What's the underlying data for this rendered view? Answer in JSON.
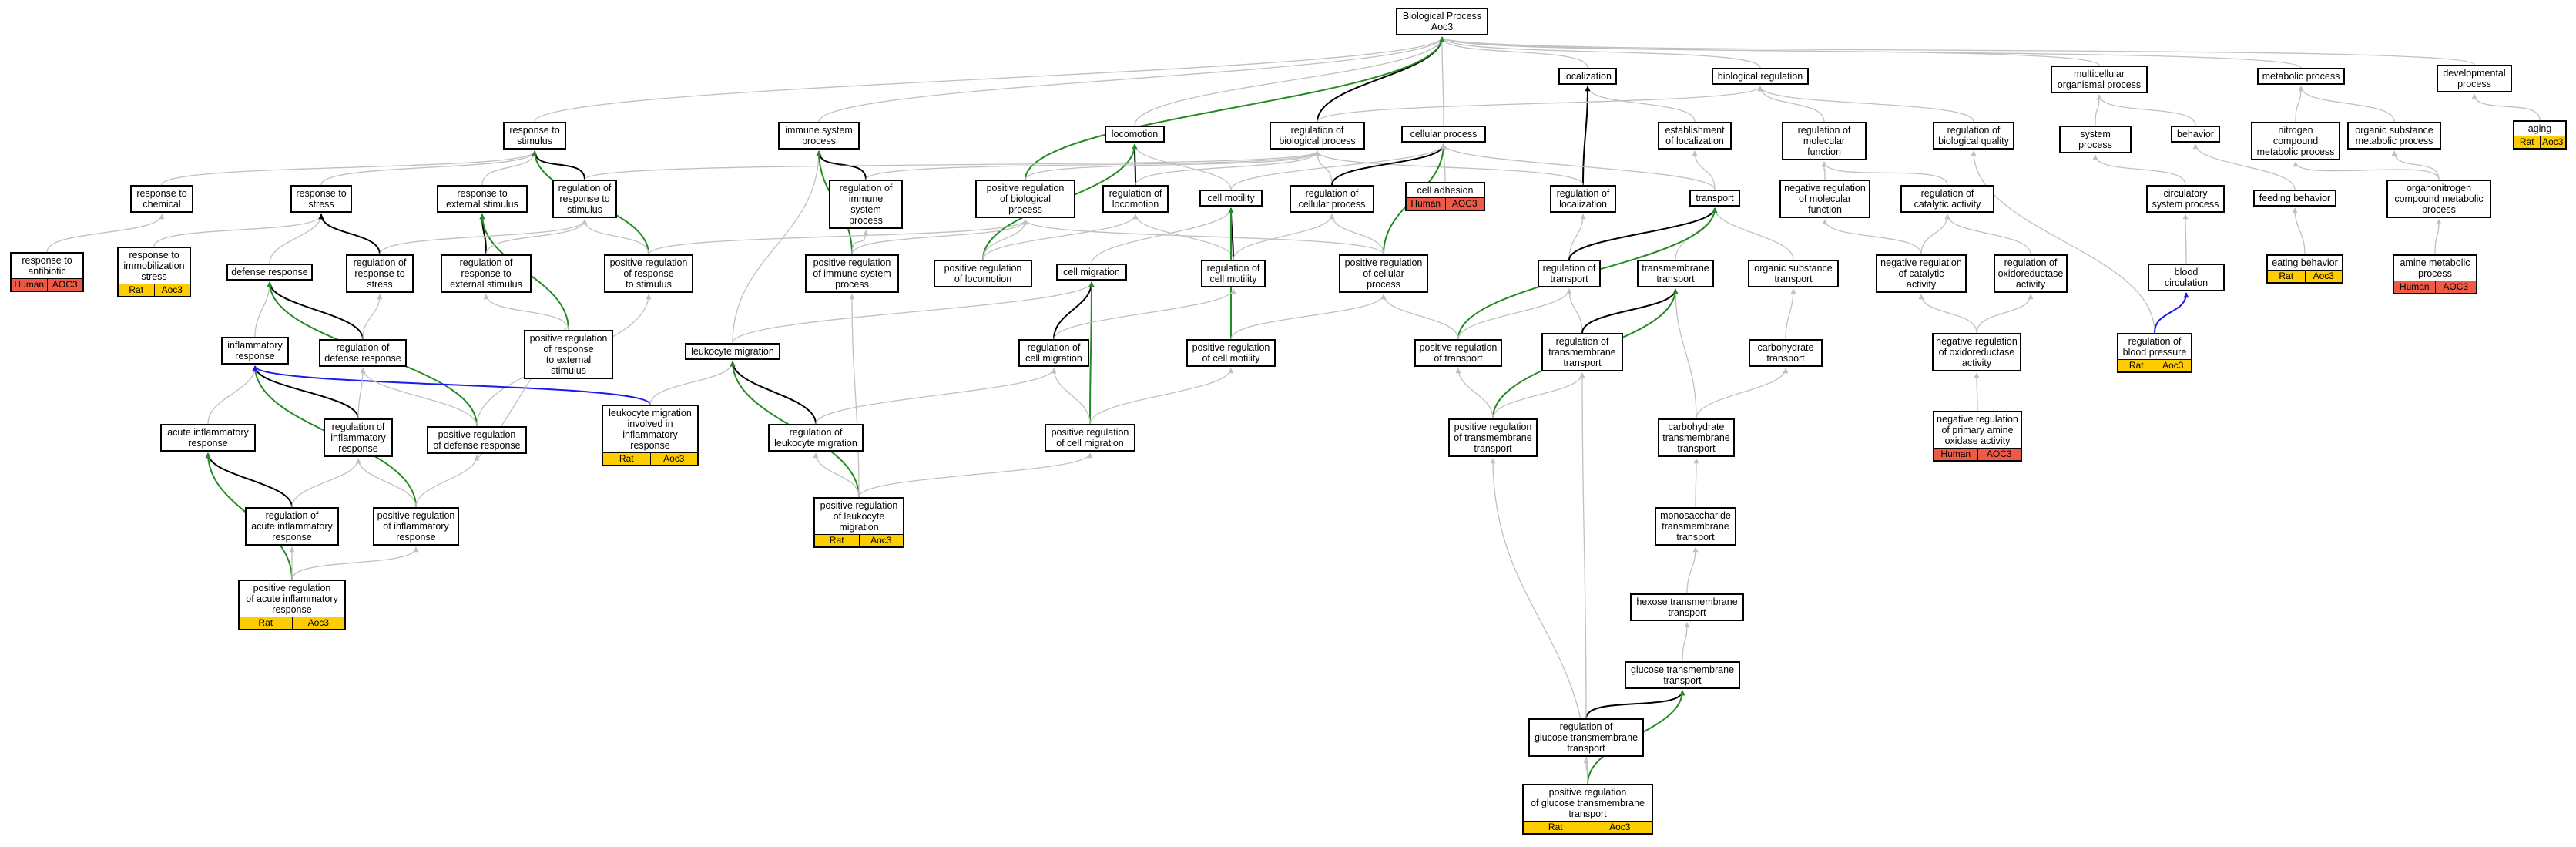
{
  "colors": {
    "gray": "#c0c0c0",
    "black": "#000000",
    "green": "#228b22",
    "blue": "#1a1aee",
    "rat": "#ffcc00",
    "human": "#ef5a46"
  },
  "nodes": [
    {
      "id": "root",
      "label": "Biological Process\nAoc3"
    },
    {
      "id": "localization",
      "label": "localization"
    },
    {
      "id": "bioreg",
      "label": "biological regulation"
    },
    {
      "id": "multicell",
      "label": "multicellular\norganismal process"
    },
    {
      "id": "metabolic",
      "label": "metabolic process"
    },
    {
      "id": "developmental",
      "label": "developmental\nprocess"
    },
    {
      "id": "resp_stim",
      "label": "response to\nstimulus"
    },
    {
      "id": "immune",
      "label": "immune system\nprocess"
    },
    {
      "id": "locomotion",
      "label": "locomotion"
    },
    {
      "id": "reg_bio",
      "label": "regulation of\nbiological process"
    },
    {
      "id": "cellular",
      "label": "cellular process"
    },
    {
      "id": "estab_loc",
      "label": "establishment\nof localization"
    },
    {
      "id": "reg_molfn",
      "label": "regulation of\nmolecular function"
    },
    {
      "id": "reg_bioq",
      "label": "regulation of\nbiological quality"
    },
    {
      "id": "system",
      "label": "system process"
    },
    {
      "id": "behavior",
      "label": "behavior"
    },
    {
      "id": "nitrogen",
      "label": "nitrogen compound\nmetabolic process"
    },
    {
      "id": "organic",
      "label": "organic substance\nmetabolic process"
    },
    {
      "id": "aging",
      "label": "aging",
      "ann": {
        "type": "rat",
        "species": "Rat",
        "gene": "Aoc3"
      }
    },
    {
      "id": "resp_chem",
      "label": "response to\nchemical"
    },
    {
      "id": "resp_stress",
      "label": "response to\nstress"
    },
    {
      "id": "resp_ext",
      "label": "response to\nexternal stimulus"
    },
    {
      "id": "reg_resp_stim",
      "label": "regulation of\nresponse to\nstimulus"
    },
    {
      "id": "reg_immune",
      "label": "regulation of\nimmune system\nprocess"
    },
    {
      "id": "pos_reg_bio",
      "label": "positive regulation\nof biological\nprocess"
    },
    {
      "id": "reg_loco",
      "label": "regulation of\nlocomotion"
    },
    {
      "id": "cell_motility",
      "label": "cell motility"
    },
    {
      "id": "reg_cell",
      "label": "regulation of\ncellular process"
    },
    {
      "id": "cell_adhesion",
      "label": "cell adhesion",
      "ann": {
        "type": "human",
        "species": "Human",
        "gene": "AOC3"
      }
    },
    {
      "id": "reg_loc",
      "label": "regulation of\nlocalization"
    },
    {
      "id": "transport",
      "label": "transport"
    },
    {
      "id": "neg_reg_molfn",
      "label": "negative regulation\nof molecular\nfunction"
    },
    {
      "id": "reg_catal",
      "label": "regulation of\ncatalytic activity"
    },
    {
      "id": "circ",
      "label": "circulatory\nsystem process"
    },
    {
      "id": "feeding",
      "label": "feeding behavior"
    },
    {
      "id": "organonitrogen",
      "label": "organonitrogen\ncompound metabolic\nprocess"
    },
    {
      "id": "resp_antibiotic",
      "label": "response to\nantibiotic",
      "ann": {
        "type": "human",
        "species": "Human",
        "gene": "AOC3"
      }
    },
    {
      "id": "resp_immob",
      "label": "response to\nimmobilization\nstress",
      "ann": {
        "type": "rat",
        "species": "Rat",
        "gene": "Aoc3"
      }
    },
    {
      "id": "defense",
      "label": "defense response"
    },
    {
      "id": "reg_resp_stress",
      "label": "regulation of\nresponse to\nstress"
    },
    {
      "id": "reg_resp_ext",
      "label": "regulation of\nresponse to\nexternal stimulus"
    },
    {
      "id": "pos_reg_resp_stim",
      "label": "positive regulation\nof response\nto stimulus"
    },
    {
      "id": "pos_reg_immune",
      "label": "positive regulation\nof immune system\nprocess"
    },
    {
      "id": "pos_reg_loco",
      "label": "positive regulation\nof locomotion"
    },
    {
      "id": "cell_migration",
      "label": "cell migration"
    },
    {
      "id": "reg_cell_motility",
      "label": "regulation of\ncell motility"
    },
    {
      "id": "pos_reg_cell",
      "label": "positive regulation\nof cellular\nprocess"
    },
    {
      "id": "reg_transport",
      "label": "regulation of\ntransport"
    },
    {
      "id": "tm_transport",
      "label": "transmembrane\ntransport"
    },
    {
      "id": "organic_transport",
      "label": "organic substance\ntransport"
    },
    {
      "id": "neg_reg_catal",
      "label": "negative regulation\nof catalytic\nactivity"
    },
    {
      "id": "reg_oxido",
      "label": "regulation of\noxidoreductase\nactivity"
    },
    {
      "id": "blood_circ",
      "label": "blood circulation"
    },
    {
      "id": "eating",
      "label": "eating behavior",
      "ann": {
        "type": "rat",
        "species": "Rat",
        "gene": "Aoc3"
      }
    },
    {
      "id": "amine",
      "label": "amine metabolic\nprocess",
      "ann": {
        "type": "human",
        "species": "Human",
        "gene": "AOC3"
      }
    },
    {
      "id": "inflam",
      "label": "inflammatory\nresponse"
    },
    {
      "id": "reg_defense",
      "label": "regulation of\ndefense response"
    },
    {
      "id": "pos_reg_resp_ext",
      "label": "positive regulation\nof response\nto external\nstimulus"
    },
    {
      "id": "leuk_mig",
      "label": "leukocyte migration"
    },
    {
      "id": "reg_cell_mig",
      "label": "regulation of\ncell migration"
    },
    {
      "id": "pos_reg_cell_motility",
      "label": "positive regulation\nof cell motility"
    },
    {
      "id": "pos_reg_transport",
      "label": "positive regulation\nof transport"
    },
    {
      "id": "reg_tm_transport",
      "label": "regulation of\ntransmembrane\ntransport"
    },
    {
      "id": "carb_transport",
      "label": "carbohydrate\ntransport"
    },
    {
      "id": "neg_reg_oxido",
      "label": "negative regulation\nof oxidoreductase\nactivity"
    },
    {
      "id": "reg_bp",
      "label": "regulation of\nblood pressure",
      "ann": {
        "type": "rat",
        "species": "Rat",
        "gene": "Aoc3"
      }
    },
    {
      "id": "acute_inflam",
      "label": "acute inflammatory\nresponse"
    },
    {
      "id": "reg_inflam",
      "label": "regulation of\ninflammatory\nresponse"
    },
    {
      "id": "pos_reg_defense",
      "label": "positive regulation\nof defense response"
    },
    {
      "id": "leuk_mig_inflam",
      "label": "leukocyte migration\ninvolved in\ninflammatory\nresponse",
      "ann": {
        "type": "rat",
        "species": "Rat",
        "gene": "Aoc3"
      }
    },
    {
      "id": "reg_leuk_mig",
      "label": "regulation of\nleukocyte migration"
    },
    {
      "id": "pos_reg_cell_mig",
      "label": "positive regulation\nof cell migration"
    },
    {
      "id": "pos_reg_tm_transport",
      "label": "positive regulation\nof transmembrane\ntransport"
    },
    {
      "id": "carb_tm_transport",
      "label": "carbohydrate\ntransmembrane\ntransport"
    },
    {
      "id": "neg_reg_pao",
      "label": "negative regulation\nof primary amine\noxidase activity",
      "ann": {
        "type": "human",
        "species": "Human",
        "gene": "AOC3"
      }
    },
    {
      "id": "reg_acute_inflam",
      "label": "regulation of\nacute inflammatory\nresponse"
    },
    {
      "id": "pos_reg_inflam",
      "label": "positive regulation\nof inflammatory\nresponse"
    },
    {
      "id": "pos_reg_leuk_mig",
      "label": "positive regulation\nof leukocyte\nmigration",
      "ann": {
        "type": "rat",
        "species": "Rat",
        "gene": "Aoc3"
      }
    },
    {
      "id": "mono_tm_transport",
      "label": "monosaccharide\ntransmembrane\ntransport"
    },
    {
      "id": "pos_reg_acute_inflam",
      "label": "positive regulation\nof acute inflammatory\nresponse",
      "ann": {
        "type": "rat",
        "species": "Rat",
        "gene": "Aoc3"
      }
    },
    {
      "id": "hexose_tm_transport",
      "label": "hexose transmembrane\ntransport"
    },
    {
      "id": "glucose_tm_transport",
      "label": "glucose transmembrane\ntransport"
    },
    {
      "id": "reg_glucose_tm",
      "label": "regulation of\nglucose transmembrane\ntransport"
    },
    {
      "id": "pos_reg_glucose_tm",
      "label": "positive regulation\nof glucose transmembrane\ntransport",
      "ann": {
        "type": "rat",
        "species": "Rat",
        "gene": "Aoc3"
      }
    }
  ],
  "edges": [
    [
      "localization",
      "root",
      "gray"
    ],
    [
      "bioreg",
      "root",
      "gray"
    ],
    [
      "multicell",
      "root",
      "gray"
    ],
    [
      "metabolic",
      "root",
      "gray"
    ],
    [
      "developmental",
      "root",
      "gray"
    ],
    [
      "resp_stim",
      "root",
      "gray"
    ],
    [
      "immune",
      "root",
      "gray"
    ],
    [
      "locomotion",
      "root",
      "gray"
    ],
    [
      "reg_bio",
      "root",
      "black"
    ],
    [
      "cellular",
      "root",
      "gray"
    ],
    [
      "pos_reg_bio",
      "root",
      "green"
    ],
    [
      "estab_loc",
      "localization",
      "gray"
    ],
    [
      "reg_loc",
      "localization",
      "black"
    ],
    [
      "reg_bio",
      "bioreg",
      "gray"
    ],
    [
      "reg_molfn",
      "bioreg",
      "gray"
    ],
    [
      "reg_bioq",
      "bioreg",
      "gray"
    ],
    [
      "system",
      "multicell",
      "gray"
    ],
    [
      "behavior",
      "multicell",
      "gray"
    ],
    [
      "nitrogen",
      "metabolic",
      "gray"
    ],
    [
      "organic",
      "metabolic",
      "gray"
    ],
    [
      "aging",
      "developmental",
      "gray"
    ],
    [
      "resp_chem",
      "resp_stim",
      "gray"
    ],
    [
      "resp_stress",
      "resp_stim",
      "gray"
    ],
    [
      "resp_ext",
      "resp_stim",
      "gray"
    ],
    [
      "reg_resp_stim",
      "resp_stim",
      "black"
    ],
    [
      "pos_reg_resp_stim",
      "resp_stim",
      "green"
    ],
    [
      "reg_immune",
      "immune",
      "black"
    ],
    [
      "leuk_mig",
      "immune",
      "gray"
    ],
    [
      "pos_reg_immune",
      "immune",
      "green"
    ],
    [
      "reg_loco",
      "locomotion",
      "black"
    ],
    [
      "cell_motility",
      "locomotion",
      "gray"
    ],
    [
      "pos_reg_loco",
      "locomotion",
      "green"
    ],
    [
      "reg_resp_stim",
      "reg_bio",
      "gray"
    ],
    [
      "reg_immune",
      "reg_bio",
      "gray"
    ],
    [
      "pos_reg_bio",
      "reg_bio",
      "gray"
    ],
    [
      "reg_loco",
      "reg_bio",
      "gray"
    ],
    [
      "reg_cell",
      "reg_bio",
      "gray"
    ],
    [
      "reg_loc",
      "reg_bio",
      "gray"
    ],
    [
      "cell_motility",
      "cellular",
      "gray"
    ],
    [
      "reg_cell",
      "cellular",
      "black"
    ],
    [
      "cell_adhesion",
      "cellular",
      "gray"
    ],
    [
      "pos_reg_cell",
      "cellular",
      "green"
    ],
    [
      "transport",
      "cellular",
      "gray"
    ],
    [
      "transport",
      "estab_loc",
      "gray"
    ],
    [
      "neg_reg_molfn",
      "reg_molfn",
      "gray"
    ],
    [
      "reg_catal",
      "reg_molfn",
      "gray"
    ],
    [
      "reg_bp",
      "reg_bioq",
      "gray"
    ],
    [
      "circ",
      "system",
      "gray"
    ],
    [
      "feeding",
      "behavior",
      "gray"
    ],
    [
      "organonitrogen",
      "nitrogen",
      "gray"
    ],
    [
      "organonitrogen",
      "organic",
      "gray"
    ],
    [
      "resp_antibiotic",
      "resp_chem",
      "gray"
    ],
    [
      "resp_immob",
      "resp_stress",
      "gray"
    ],
    [
      "defense",
      "resp_stress",
      "gray"
    ],
    [
      "reg_resp_stress",
      "resp_stress",
      "black"
    ],
    [
      "reg_resp_ext",
      "resp_ext",
      "black"
    ],
    [
      "pos_reg_resp_ext",
      "resp_ext",
      "green"
    ],
    [
      "reg_resp_stress",
      "reg_resp_stim",
      "gray"
    ],
    [
      "reg_resp_ext",
      "reg_resp_stim",
      "gray"
    ],
    [
      "pos_reg_resp_stim",
      "reg_resp_stim",
      "gray"
    ],
    [
      "pos_reg_immune",
      "reg_immune",
      "gray"
    ],
    [
      "pos_reg_resp_stim",
      "pos_reg_bio",
      "gray"
    ],
    [
      "pos_reg_immune",
      "pos_reg_bio",
      "gray"
    ],
    [
      "pos_reg_loco",
      "pos_reg_bio",
      "gray"
    ],
    [
      "pos_reg_cell",
      "pos_reg_bio",
      "gray"
    ],
    [
      "pos_reg_loco",
      "reg_loco",
      "gray"
    ],
    [
      "reg_cell_motility",
      "reg_loco",
      "gray"
    ],
    [
      "cell_migration",
      "cell_motility",
      "gray"
    ],
    [
      "reg_cell_motility",
      "cell_motility",
      "black"
    ],
    [
      "pos_reg_cell_motility",
      "cell_motility",
      "green"
    ],
    [
      "reg_cell_motility",
      "reg_cell",
      "gray"
    ],
    [
      "pos_reg_cell",
      "reg_cell",
      "gray"
    ],
    [
      "reg_transport",
      "reg_loc",
      "gray"
    ],
    [
      "tm_transport",
      "transport",
      "gray"
    ],
    [
      "organic_transport",
      "transport",
      "gray"
    ],
    [
      "reg_transport",
      "transport",
      "black"
    ],
    [
      "pos_reg_transport",
      "transport",
      "green"
    ],
    [
      "neg_reg_catal",
      "neg_reg_molfn",
      "gray"
    ],
    [
      "neg_reg_catal",
      "reg_catal",
      "gray"
    ],
    [
      "reg_oxido",
      "reg_catal",
      "gray"
    ],
    [
      "blood_circ",
      "circ",
      "gray"
    ],
    [
      "eating",
      "feeding",
      "gray"
    ],
    [
      "amine",
      "organonitrogen",
      "gray"
    ],
    [
      "inflam",
      "defense",
      "gray"
    ],
    [
      "reg_defense",
      "defense",
      "black"
    ],
    [
      "pos_reg_defense",
      "defense",
      "green"
    ],
    [
      "reg_defense",
      "reg_resp_stress",
      "gray"
    ],
    [
      "pos_reg_resp_ext",
      "reg_resp_ext",
      "gray"
    ],
    [
      "pos_reg_defense",
      "pos_reg_resp_stim",
      "gray"
    ],
    [
      "leuk_mig",
      "cell_migration",
      "gray"
    ],
    [
      "reg_cell_mig",
      "cell_migration",
      "black"
    ],
    [
      "pos_reg_cell_mig",
      "cell_migration",
      "green"
    ],
    [
      "reg_cell_mig",
      "reg_cell_motility",
      "gray"
    ],
    [
      "pos_reg_cell_motility",
      "pos_reg_cell",
      "gray"
    ],
    [
      "pos_reg_transport",
      "pos_reg_cell",
      "gray"
    ],
    [
      "pos_reg_transport",
      "reg_transport",
      "gray"
    ],
    [
      "reg_tm_transport",
      "reg_transport",
      "gray"
    ],
    [
      "reg_tm_transport",
      "tm_transport",
      "black"
    ],
    [
      "carb_tm_transport",
      "tm_transport",
      "gray"
    ],
    [
      "pos_reg_tm_transport",
      "tm_transport",
      "green"
    ],
    [
      "carb_transport",
      "organic_transport",
      "gray"
    ],
    [
      "neg_reg_oxido",
      "neg_reg_catal",
      "gray"
    ],
    [
      "neg_reg_oxido",
      "reg_oxido",
      "gray"
    ],
    [
      "reg_bp",
      "blood_circ",
      "blue"
    ],
    [
      "acute_inflam",
      "inflam",
      "gray"
    ],
    [
      "reg_inflam",
      "inflam",
      "black"
    ],
    [
      "pos_reg_inflam",
      "inflam",
      "green"
    ],
    [
      "leuk_mig_inflam",
      "inflam",
      "blue"
    ],
    [
      "reg_inflam",
      "reg_defense",
      "gray"
    ],
    [
      "pos_reg_defense",
      "reg_defense",
      "gray"
    ],
    [
      "pos_reg_resp_ext",
      "pos_reg_defense",
      "gray"
    ],
    [
      "leuk_mig_inflam",
      "leuk_mig",
      "gray"
    ],
    [
      "reg_leuk_mig",
      "leuk_mig",
      "black"
    ],
    [
      "pos_reg_leuk_mig",
      "leuk_mig",
      "green"
    ],
    [
      "reg_leuk_mig",
      "reg_cell_mig",
      "gray"
    ],
    [
      "pos_reg_cell_mig",
      "reg_cell_mig",
      "gray"
    ],
    [
      "pos_reg_cell_mig",
      "pos_reg_cell_motility",
      "gray"
    ],
    [
      "pos_reg_tm_transport",
      "pos_reg_transport",
      "gray"
    ],
    [
      "pos_reg_tm_transport",
      "reg_tm_transport",
      "gray"
    ],
    [
      "carb_tm_transport",
      "carb_transport",
      "gray"
    ],
    [
      "neg_reg_pao",
      "neg_reg_oxido",
      "gray"
    ],
    [
      "reg_acute_inflam",
      "acute_inflam",
      "black"
    ],
    [
      "pos_reg_acute_inflam",
      "acute_inflam",
      "green"
    ],
    [
      "reg_acute_inflam",
      "reg_inflam",
      "gray"
    ],
    [
      "pos_reg_inflam",
      "reg_inflam",
      "gray"
    ],
    [
      "pos_reg_inflam",
      "pos_reg_defense",
      "gray"
    ],
    [
      "pos_reg_leuk_mig",
      "reg_leuk_mig",
      "gray"
    ],
    [
      "pos_reg_leuk_mig",
      "pos_reg_cell_mig",
      "gray"
    ],
    [
      "pos_reg_leuk_mig",
      "pos_reg_immune",
      "gray"
    ],
    [
      "mono_tm_transport",
      "carb_tm_transport",
      "gray"
    ],
    [
      "pos_reg_acute_inflam",
      "reg_acute_inflam",
      "gray"
    ],
    [
      "pos_reg_acute_inflam",
      "pos_reg_inflam",
      "gray"
    ],
    [
      "hexose_tm_transport",
      "mono_tm_transport",
      "gray"
    ],
    [
      "glucose_tm_transport",
      "hexose_tm_transport",
      "gray"
    ],
    [
      "reg_glucose_tm",
      "glucose_tm_transport",
      "black"
    ],
    [
      "reg_glucose_tm",
      "reg_tm_transport",
      "gray"
    ],
    [
      "pos_reg_glucose_tm",
      "reg_glucose_tm",
      "gray"
    ],
    [
      "pos_reg_glucose_tm",
      "glucose_tm_transport",
      "green"
    ],
    [
      "pos_reg_glucose_tm",
      "pos_reg_tm_transport",
      "gray"
    ]
  ]
}
